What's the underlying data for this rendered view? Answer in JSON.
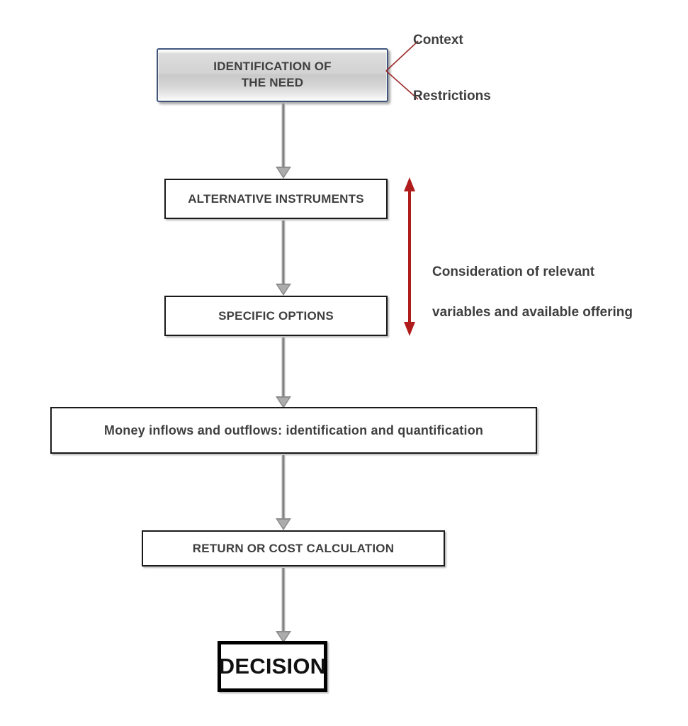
{
  "diagram": {
    "title": "Investment decision process flowchart",
    "background_color": "#ffffff",
    "text_color": "#3f3f3f",
    "accent_red": "#b01c1c",
    "pointer_red": "#9c2b2b",
    "bevel_border": "#41567d",
    "node_border": "#1a1a1a",
    "arrow_gray": "#8d8d8d"
  },
  "nodes": {
    "identification": {
      "line1": "IDENTIFICATION OF",
      "line2": "THE NEED"
    },
    "alternative_instruments": {
      "label": "ALTERNATIVE INSTRUMENTS"
    },
    "specific_options": {
      "label": "SPECIFIC OPTIONS"
    },
    "money_flows": {
      "label": "Money inflows and outflows: identification and quantification"
    },
    "return_or_cost": {
      "label": "RETURN OR COST CALCULATION"
    },
    "decision": {
      "label": "DECISION"
    }
  },
  "annotations": {
    "context": "Context",
    "restrictions": "Restrictions",
    "consideration": {
      "line1": "Consideration of relevant",
      "line2": "variables and available offering"
    }
  }
}
